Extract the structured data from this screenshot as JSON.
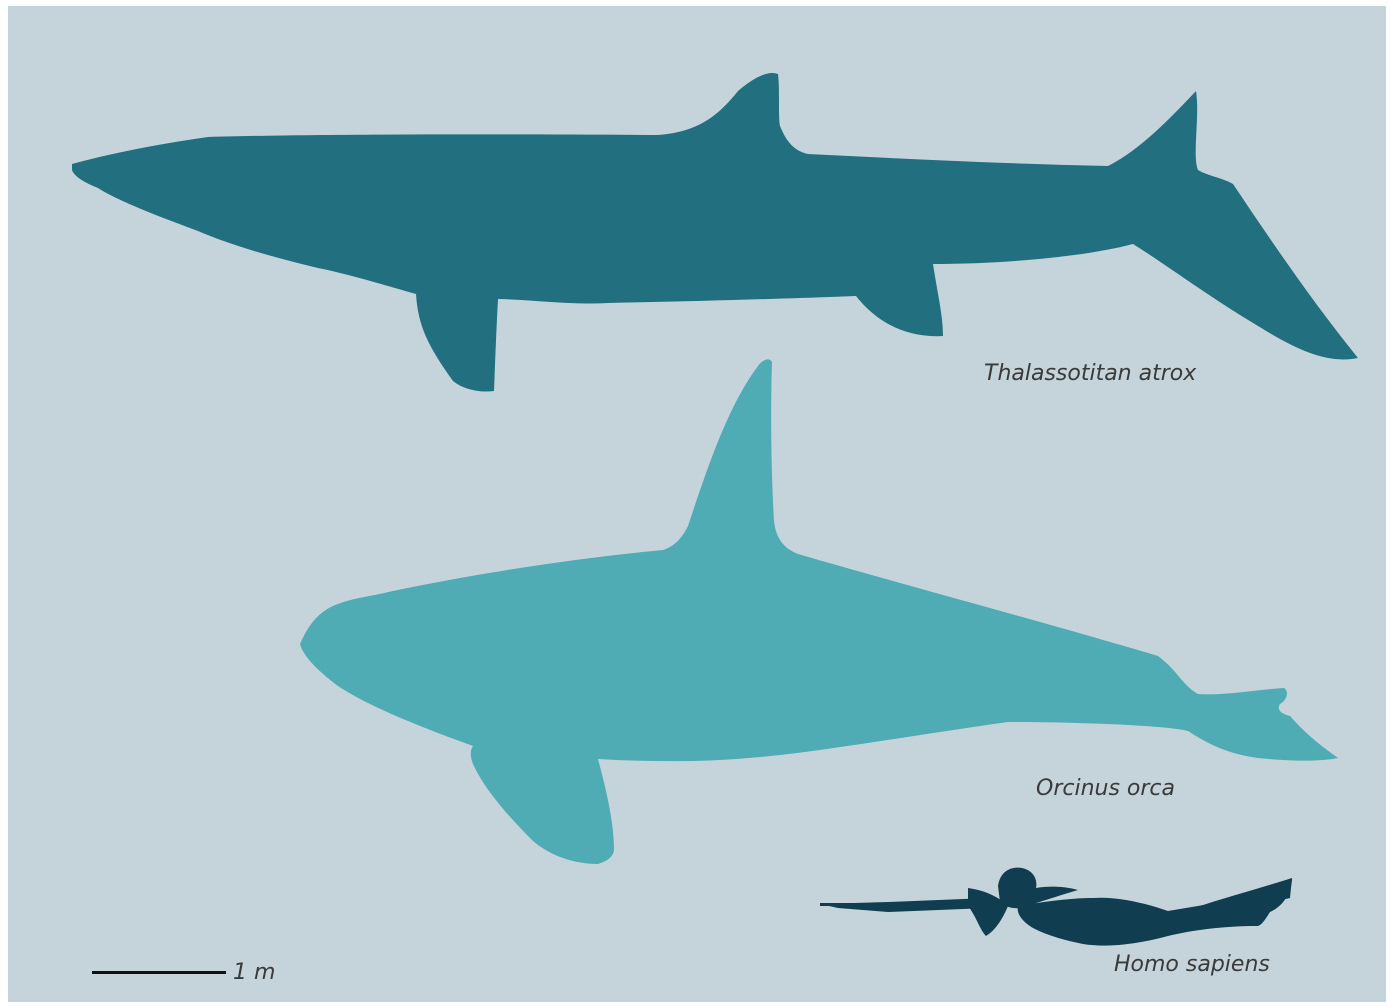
{
  "figure": {
    "background_color": "#c5d4db",
    "species": [
      {
        "name": "Thalassotitan atrox",
        "color": "#226f80"
      },
      {
        "name": "Orcinus orca",
        "color": "#4fabb4"
      },
      {
        "name": "Homo sapiens",
        "color": "#103e50"
      }
    ],
    "scale_bar": {
      "label": "1 m",
      "color": "#111111"
    }
  }
}
